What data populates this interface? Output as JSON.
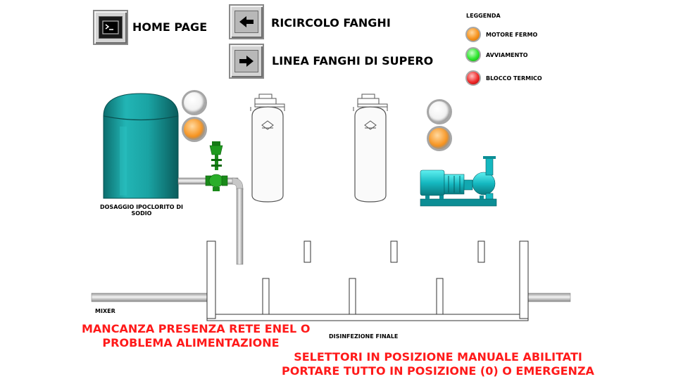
{
  "nav": {
    "home_label": "HOME PAGE",
    "ricircolo_label": "RICIRCOLO FANGHI",
    "supero_label": "LINEA FANGHI DI SUPERO"
  },
  "legend": {
    "title": "LEGGENDA",
    "items": [
      {
        "label": "MOTORE FERMO",
        "color": "#f7931e"
      },
      {
        "label": "AVVIAMENTO",
        "color": "#2ee62e"
      },
      {
        "label": "BLOCCO TERMICO",
        "color": "#ef2a2a"
      }
    ]
  },
  "tank": {
    "caption_line1": "DOSAGGIO IPOCLORITO DI",
    "caption_line2": "SODIO",
    "color": "#1aa3a3"
  },
  "lamps": {
    "tank_top": "off",
    "tank_bottom": "orange",
    "pump_top": "off",
    "pump_bottom": "orange"
  },
  "basin": {
    "mixer_label": "MIXER",
    "final_label": "DISINFEZIONE FINALE"
  },
  "alarms": {
    "power_line1": "MANCANZA PRESENZA RETE ENEL O",
    "power_line2": "PROBLEMA ALIMENTAZIONE",
    "manual_line1": "SELETTORI IN POSIZIONE MANUALE ABILITATI",
    "manual_line2": "PORTARE TUTTO IN POSIZIONE (0) O EMERGENZA",
    "color": "#ff1a1a"
  }
}
